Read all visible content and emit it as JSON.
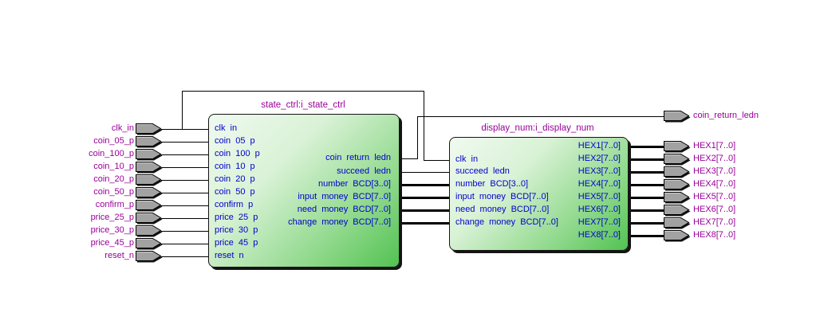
{
  "colors": {
    "background": "#ffffff",
    "wire": "#000000",
    "pin_fill": "#a2a2a2",
    "pin_border": "#000000",
    "pin_label": "#990099",
    "block_title": "#990099",
    "port_text": "#0000cc",
    "block_gradient_start": "#f0faf0",
    "block_gradient_end": "#52c252",
    "block_border": "#141414"
  },
  "input_pins": [
    "clk_in",
    "coin_05_p",
    "coin_100_p",
    "coin_10_p",
    "coin_20_p",
    "coin_50_p",
    "confirm_p",
    "price_25_p",
    "price_30_p",
    "price_45_p",
    "reset_n"
  ],
  "blocks": [
    {
      "title": "state_ctrl:i_state_ctrl",
      "left_ports": [
        "clk in",
        "coin 05 p",
        "coin 100 p",
        "coin 10 p",
        "coin 20 p",
        "coin 50 p",
        "confirm p",
        "price 25 p",
        "price 30 p",
        "price 45 p",
        "reset n"
      ],
      "right_ports": [
        "coin return ledn",
        "succeed ledn",
        "number BCD[3..0]",
        "input money BCD[7..0]",
        "need money BCD[7..0]",
        "change money BCD[7..0]"
      ]
    },
    {
      "title": "display_num:i_display_num",
      "left_ports": [
        "clk in",
        "succeed ledn",
        "number BCD[3..0]",
        "input money BCD[7..0]",
        "need money BCD[7..0]",
        "change money BCD[7..0]"
      ],
      "right_ports": [
        "HEX1[7..0]",
        "HEX2[7..0]",
        "HEX3[7..0]",
        "HEX4[7..0]",
        "HEX5[7..0]",
        "HEX6[7..0]",
        "HEX7[7..0]",
        "HEX8[7..0]"
      ]
    }
  ],
  "output_pins": [
    "coin_return_ledn",
    "HEX1[7..0]",
    "HEX2[7..0]",
    "HEX3[7..0]",
    "HEX4[7..0]",
    "HEX5[7..0]",
    "HEX6[7..0]",
    "HEX7[7..0]",
    "HEX8[7..0]"
  ]
}
